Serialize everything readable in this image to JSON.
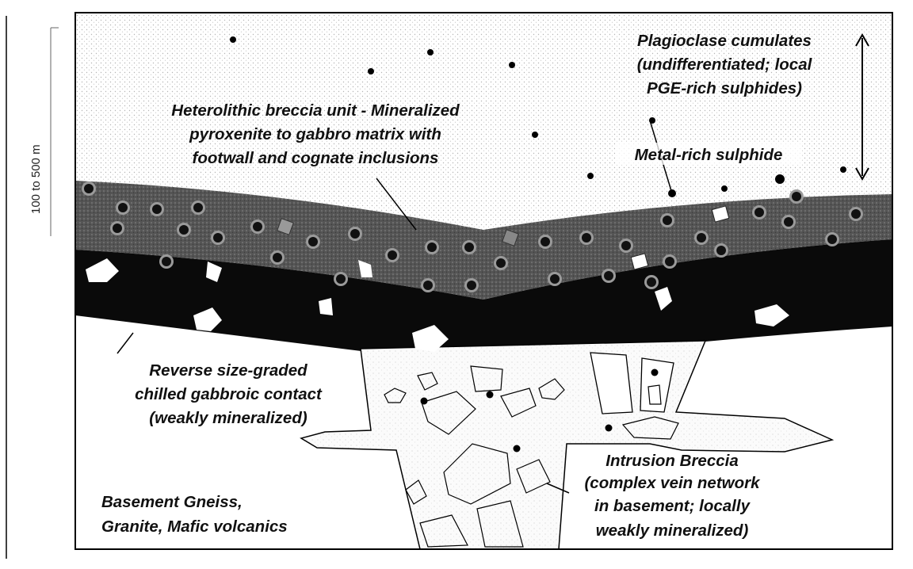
{
  "diagram": {
    "scale_bar_label": "100 to 500 m",
    "labels": {
      "plagioclase": [
        "Plagioclase cumulates",
        "(undifferentiated; local",
        "PGE-rich sulphides)"
      ],
      "heterolithic": [
        "Heterolithic breccia unit - Mineralized",
        "pyroxenite to gabbro matrix with",
        "footwall and cognate inclusions"
      ],
      "metal_rich": [
        "Metal-rich sulphide"
      ],
      "reverse": [
        "Reverse size-graded",
        "chilled gabbroic contact",
        "(weakly mineralized)"
      ],
      "basement": [
        "Basement Gneiss,",
        "Granite, Mafic volcanics"
      ],
      "intrusion": [
        "Intrusion Breccia",
        "(complex vein network",
        "in basement; locally",
        "weakly mineralized)"
      ]
    },
    "colors": {
      "frame": "#000000",
      "upper_unit_stipple": "#cfcfcf",
      "breccia_unit_fill": "#5a5a5a",
      "chilled_contact_fill": "#0a0a0a",
      "intrusion_fill": "#f3f3f3",
      "text": "#111111"
    }
  }
}
